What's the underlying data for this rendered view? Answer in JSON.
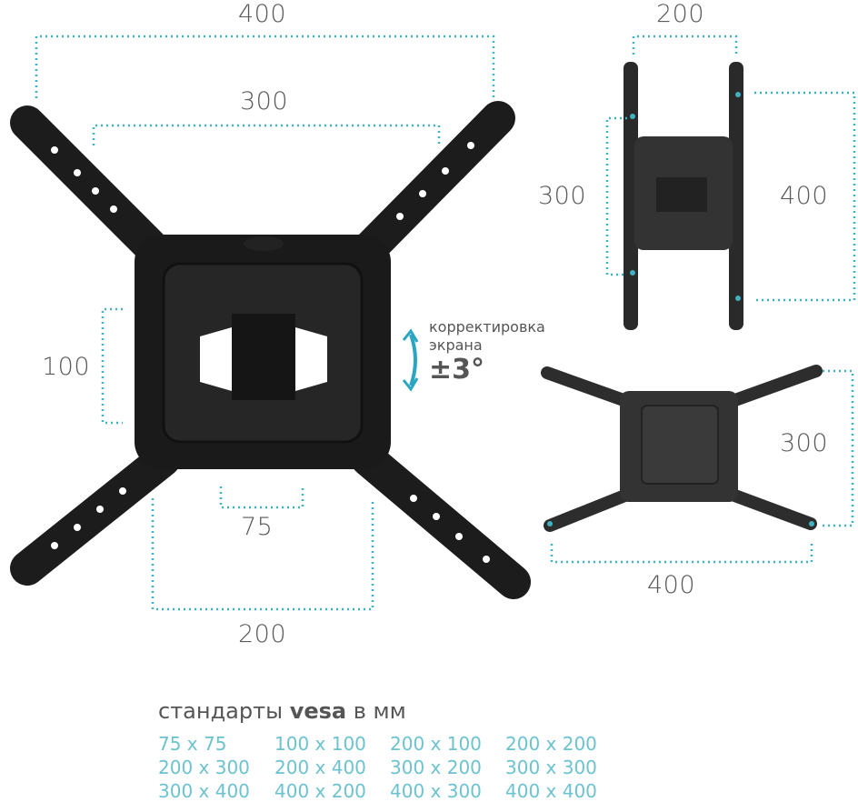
{
  "main_mount": {
    "dims": {
      "top_outer": "400",
      "top_inner": "300",
      "left": "100",
      "bottom_inner": "75",
      "bottom_outer": "200"
    }
  },
  "tilt_note": {
    "line1": "корректировка",
    "line2": "экрана",
    "value": "±3°"
  },
  "vertical_mount": {
    "dims": {
      "top": "200",
      "left": "300",
      "right": "400"
    }
  },
  "horizontal_mount": {
    "dims": {
      "right": "300",
      "bottom": "400"
    }
  },
  "vesa": {
    "title_prefix": "стандарты",
    "title_brand": "vesa",
    "title_suffix": "в мм",
    "sizes": [
      "75 x 75",
      "100 x 100",
      "200 x 100",
      "200 x 200",
      "200 x 300",
      "200 x 400",
      "300 x 200",
      "300 x 300",
      "300 x 400",
      "400 x 200",
      "400 x 300",
      "400 x 400"
    ]
  },
  "colors": {
    "accent": "#3fb3c4",
    "metal": "#1c1c1c",
    "text": "#555555"
  }
}
